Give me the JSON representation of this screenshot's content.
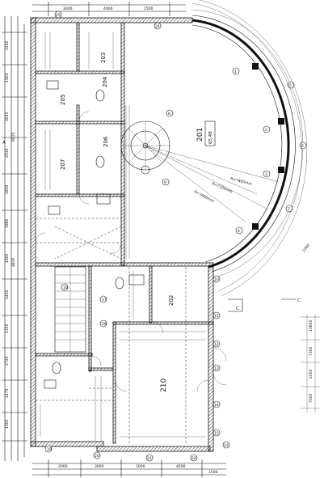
{
  "rooms": [
    {
      "id": "201",
      "area": "65.48"
    },
    {
      "id": "202",
      "area": ""
    },
    {
      "id": "203",
      "area": ""
    },
    {
      "id": "204",
      "area": ""
    },
    {
      "id": "205",
      "area": ""
    },
    {
      "id": "206",
      "area": ""
    },
    {
      "id": "207",
      "area": ""
    },
    {
      "id": "210",
      "area": ""
    }
  ],
  "radial_dims": [
    "R=7690mm",
    "R=7100mm",
    "R=7800mm"
  ],
  "section_marks": [
    "C",
    "C"
  ],
  "grid_markers": [
    "1",
    "2",
    "3",
    "4",
    "5",
    "6",
    "7",
    "8",
    "9",
    "10",
    "11",
    "12",
    "13",
    "14",
    "15",
    "16",
    "17",
    "18",
    "19",
    "20",
    "21",
    "22",
    "23",
    "24",
    "25"
  ],
  "left_dims": [
    "2200",
    "1500",
    "3015",
    "2530",
    "1835",
    "8025",
    "3980",
    "1600",
    "4810",
    "1400",
    "1320",
    "2720",
    "2475",
    "1500"
  ],
  "bottom_dims": [
    "2000",
    "3000",
    "3000",
    "4200",
    "1500"
  ],
  "top_dims": [
    "3000",
    "4000",
    "1500"
  ],
  "misc_labels": [
    "13600",
    "7300",
    "2000",
    "7000",
    "1200",
    "A"
  ]
}
